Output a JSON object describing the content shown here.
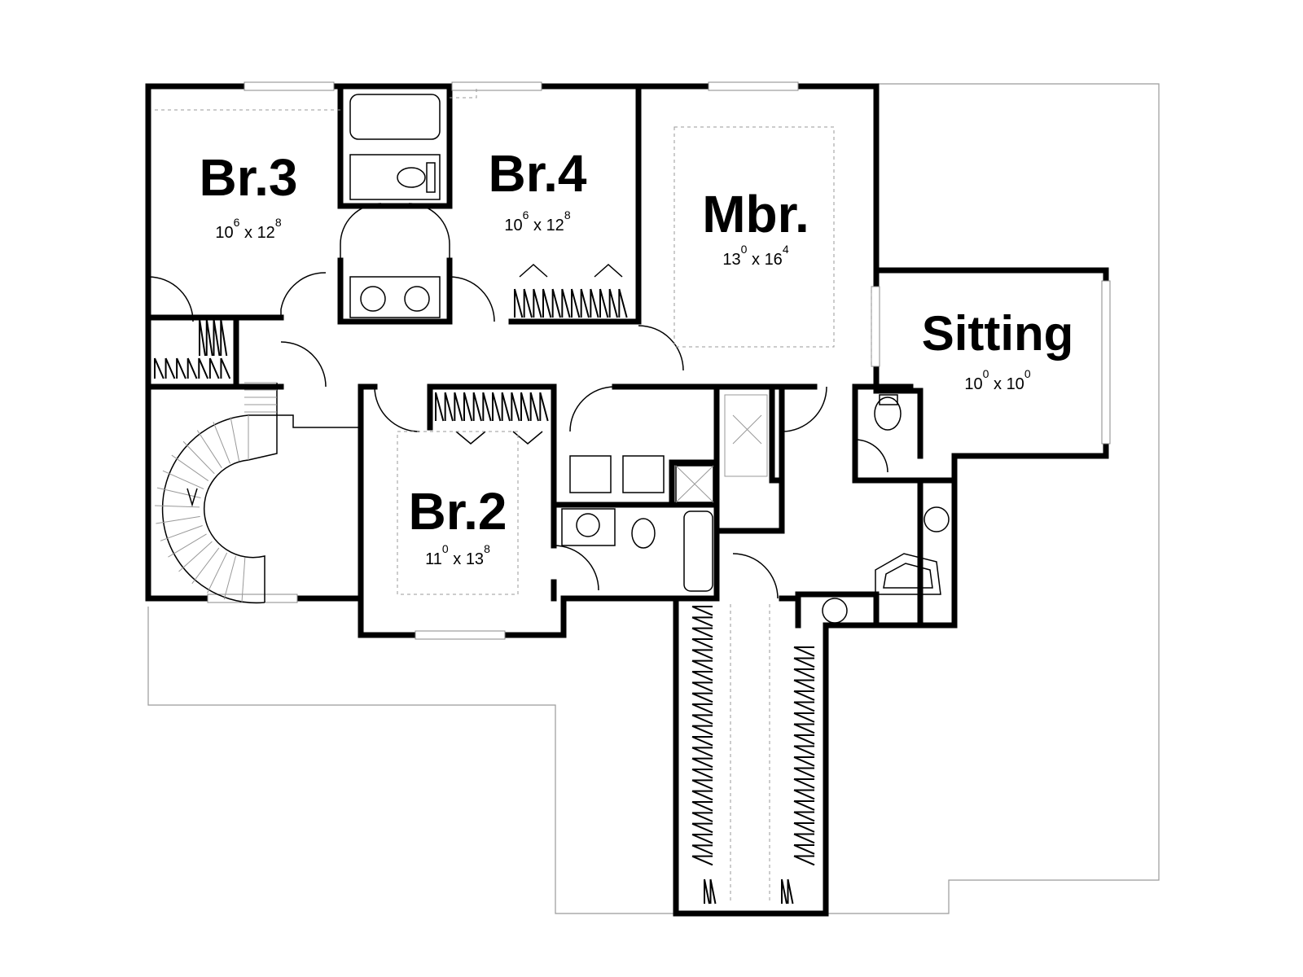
{
  "rooms": [
    {
      "id": "br3",
      "name": "Br.3",
      "dim_a": "10",
      "dim_a_sup": "6",
      "dim_b": "12",
      "dim_b_sup": "8"
    },
    {
      "id": "br4",
      "name": "Br.4",
      "dim_a": "10",
      "dim_a_sup": "6",
      "dim_b": "12",
      "dim_b_sup": "8"
    },
    {
      "id": "mbr",
      "name": "Mbr.",
      "dim_a": "13",
      "dim_a_sup": "0",
      "dim_b": "16",
      "dim_b_sup": "4"
    },
    {
      "id": "sitting",
      "name": "Sitting",
      "dim_a": "10",
      "dim_a_sup": "0",
      "dim_b": "10",
      "dim_b_sup": "0"
    },
    {
      "id": "br2",
      "name": "Br.2",
      "dim_a": "11",
      "dim_a_sup": "0",
      "dim_b": "13",
      "dim_b_sup": "8"
    }
  ],
  "separator": "x",
  "colors": {
    "wall": "#000000",
    "outline": "#9a9a9a",
    "fixture": "#888888"
  }
}
